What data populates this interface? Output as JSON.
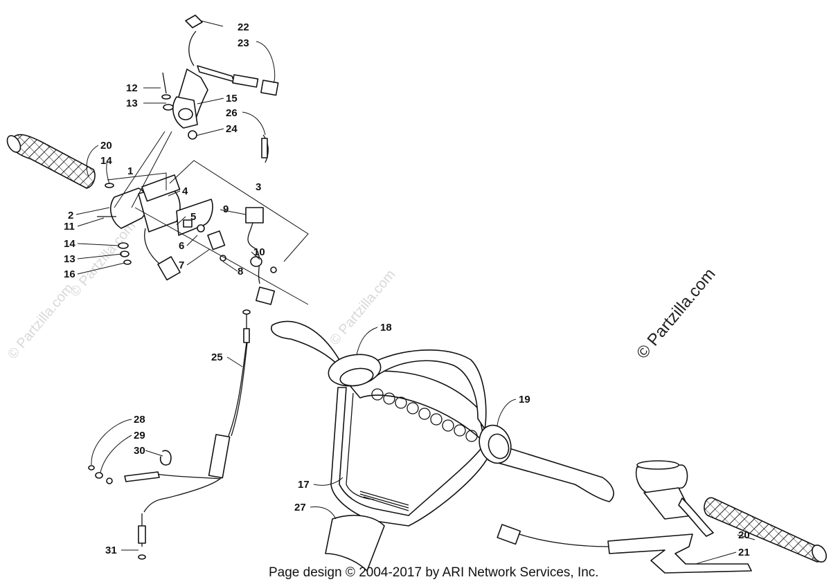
{
  "callouts": [
    {
      "n": "22"
    },
    {
      "n": "23"
    },
    {
      "n": "12"
    },
    {
      "n": "13"
    },
    {
      "n": "15"
    },
    {
      "n": "26"
    },
    {
      "n": "24"
    },
    {
      "n": "20"
    },
    {
      "n": "14"
    },
    {
      "n": "1"
    },
    {
      "n": "4"
    },
    {
      "n": "3"
    },
    {
      "n": "9"
    },
    {
      "n": "2"
    },
    {
      "n": "5"
    },
    {
      "n": "11"
    },
    {
      "n": "14"
    },
    {
      "n": "6"
    },
    {
      "n": "10"
    },
    {
      "n": "13"
    },
    {
      "n": "7"
    },
    {
      "n": "8"
    },
    {
      "n": "16"
    },
    {
      "n": "18"
    },
    {
      "n": "25"
    },
    {
      "n": "19"
    },
    {
      "n": "28"
    },
    {
      "n": "29"
    },
    {
      "n": "30"
    },
    {
      "n": "17"
    },
    {
      "n": "27"
    },
    {
      "n": "20"
    },
    {
      "n": "21"
    },
    {
      "n": "31"
    }
  ],
  "watermark": {
    "main": "© Partzilla.com",
    "faint": "© Partzilla.com"
  },
  "footer": "Page design © 2004-2017 by ARI Network Services, Inc."
}
